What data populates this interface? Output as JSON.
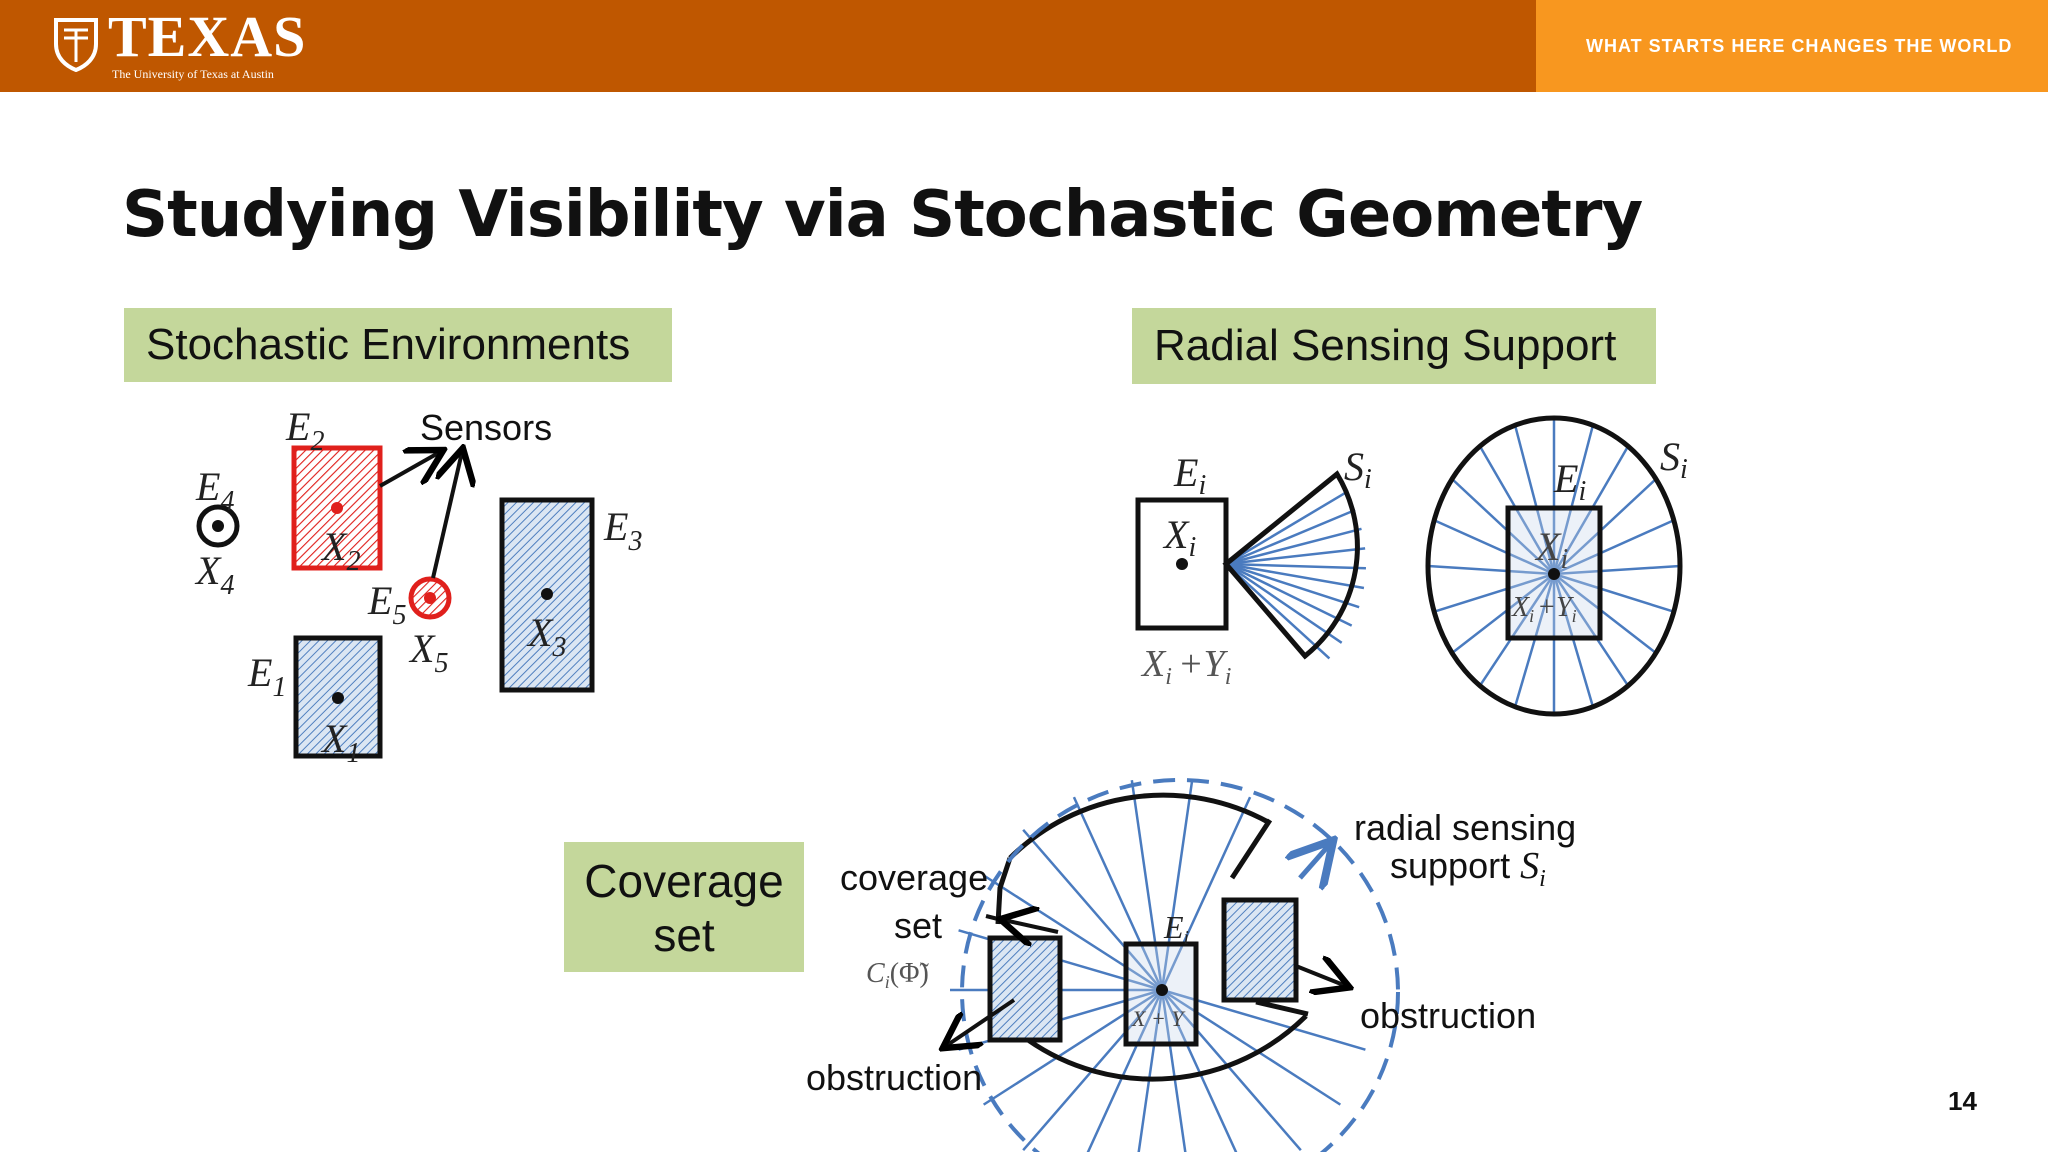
{
  "header": {
    "logo_word": "TEXAS",
    "logo_sub": "The University of Texas at Austin",
    "tagline": "WHAT STARTS HERE CHANGES THE WORLD",
    "colors": {
      "burnt_orange": "#bf5700",
      "orange": "#f8971f"
    }
  },
  "slide": {
    "title": "Studying Visibility via Stochastic Geometry",
    "page_number": "14"
  },
  "label_boxes": {
    "stochastic_environments": "Stochastic Environments",
    "radial_sensing_support": "Radial Sensing Support",
    "coverage_set_line1": "Coverage",
    "coverage_set_line2": "set",
    "box_color": "#c4d79b"
  },
  "fig1": {
    "E1": "E",
    "E1_sub": "1",
    "E2": "E",
    "E2_sub": "2",
    "E3": "E",
    "E3_sub": "3",
    "E4": "E",
    "E4_sub": "4",
    "E5": "E",
    "E5_sub": "5",
    "X1": "X",
    "X1_sub": "1",
    "X2": "X",
    "X2_sub": "2",
    "X3": "X",
    "X3_sub": "3",
    "X4": "X",
    "X4_sub": "4",
    "X5": "X",
    "X5_sub": "5",
    "sensors": "Sensors"
  },
  "fig2": {
    "Ei": "E",
    "i": "i",
    "Si": "S",
    "Xi": "X",
    "XiYi_X": "X",
    "XiYi_plus": "+",
    "XiYi_Y": "Y"
  },
  "fig3": {
    "coverage_set_line1": "coverage",
    "coverage_set_line2": "set",
    "coverage_math_C": "C",
    "coverage_math_phi": "(Φ̃)",
    "radial_line1": "radial sensing",
    "radial_line2": "support",
    "radial_S": "S",
    "obstruction_left": "obstruction",
    "obstruction_right": "obstruction",
    "Ei": "E",
    "XiYi": "X + Y"
  }
}
